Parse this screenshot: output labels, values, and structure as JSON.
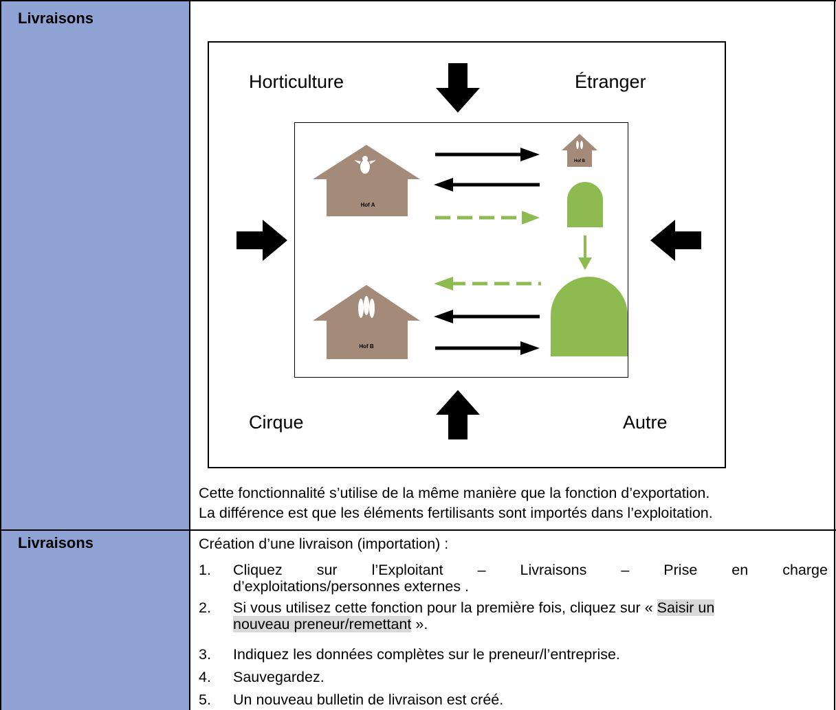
{
  "rows": [
    {
      "label": "Livraisons"
    },
    {
      "label": "Livraisons"
    }
  ],
  "diagram": {
    "top_left": "Horticulture",
    "top_right": "Étranger",
    "bottom_left": "Cirque",
    "bottom_right": "Autre",
    "farm_a_label": "Hof A",
    "farm_b_label": "Hof B",
    "farm_b_small_label": "Hof B",
    "colors": {
      "farm": "#a48a78",
      "green": "#8dbb4f",
      "arrow": "#000000"
    },
    "icons": [
      "cow-icon",
      "wheat-icon"
    ]
  },
  "description": {
    "line1": "Cette fonctionnalité s’utilise de la même manière que la fonction d’exportation.",
    "line2": "La différence est que les éléments fertilisants sont importés dans l’exploitation."
  },
  "steps": {
    "intro": "Création d’une livraison (importation) :",
    "items": [
      {
        "num": "1.",
        "line1_parts": [
          "Cliquez",
          "sur",
          "l’Exploitant",
          "–",
          "Livraisons",
          "–",
          "Prise",
          "en",
          "charge"
        ],
        "line2": "d’exploitations/personnes externes ."
      },
      {
        "num": "2.",
        "line1": "Si vous utilisez cette fonction pour la première fois, cliquez sur «",
        "link_a": "Saisir un",
        "link_b": "nouveau preneur/remettant",
        "line2_end": "»."
      },
      {
        "num": "3.",
        "text": "Indiquez les données complètes sur le preneur/l’entreprise."
      },
      {
        "num": "4.",
        "text": "Sauvegardez."
      },
      {
        "num": "5.",
        "text": "Un nouveau bulletin de livraison est créé."
      }
    ]
  }
}
